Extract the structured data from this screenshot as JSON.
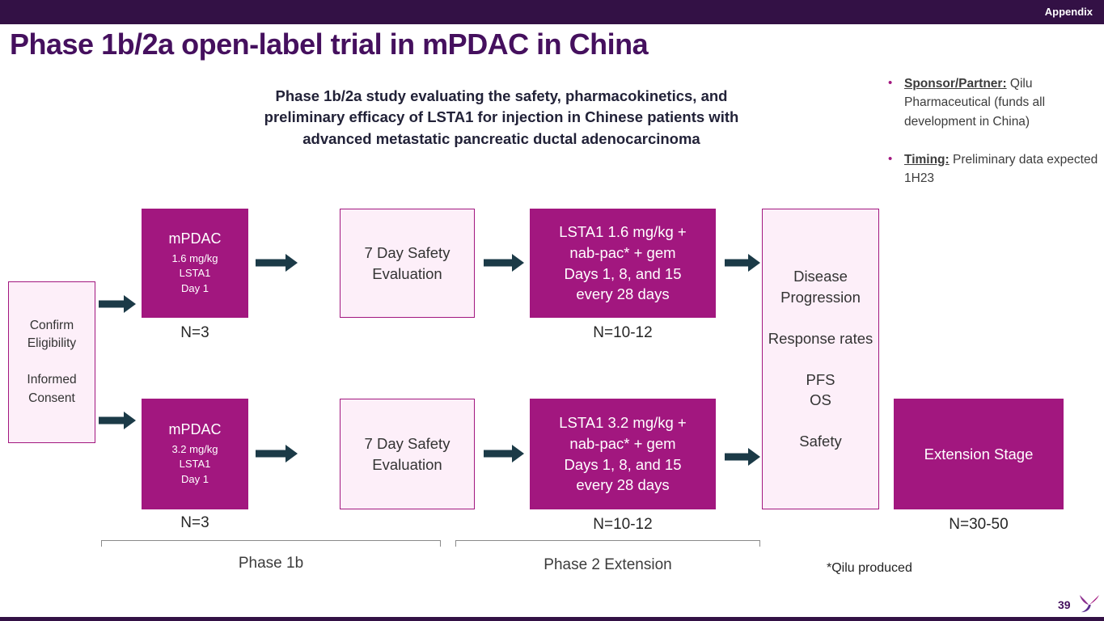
{
  "slide": {
    "header_tab": "Appendix",
    "title": "Phase 1b/2a open-label trial in mPDAC in China",
    "subtitle": "Phase 1b/2a study evaluating the safety, pharmacokinetics, and\npreliminary efficacy of LSTA1 for injection in Chinese patients with\nadvanced metastatic pancreatic ductal adenocarcinoma",
    "page_number": "39"
  },
  "bullets": [
    {
      "label": "Sponsor/Partner:",
      "text": "Qilu Pharmaceutical (funds all development in China)"
    },
    {
      "label": "Timing:",
      "text": "Preliminary data expected 1H23"
    }
  ],
  "diagram": {
    "confirm_box": "Confirm Eligibility\n\nInformed Consent",
    "row_top": {
      "dose_title": "mPDAC",
      "dose_details": "1.6 mg/kg\nLSTA1\nDay 1",
      "dose_n": "N=3",
      "safety": "7 Day Safety Evaluation",
      "treatment": "LSTA1 1.6 mg/kg +\nnab-pac* + gem\nDays 1, 8, and 15\nevery 28 days",
      "treatment_n": "N=10-12"
    },
    "row_bottom": {
      "dose_title": "mPDAC",
      "dose_details": "3.2 mg/kg\nLSTA1\nDay 1",
      "dose_n": "N=3",
      "safety": "7 Day Safety Evaluation",
      "treatment": "LSTA1 3.2 mg/kg +\nnab-pac* + gem\nDays 1, 8, and 15\nevery 28 days",
      "treatment_n": "N=10-12"
    },
    "outcomes": "Disease Progression\n\nResponse rates\n\nPFS\nOS\n\nSafety",
    "extension": {
      "label": "Extension Stage",
      "n": "N=30-50"
    }
  },
  "phase_labels": {
    "phase1b": "Phase 1b",
    "phase2": "Phase 2 Extension"
  },
  "footnote": "*Qilu produced",
  "colors": {
    "magenta": "#A2177F",
    "pale_pink": "#FDEFF9",
    "dark_purple": "#45105E",
    "header_bar": "#331145",
    "arrow": "#1B3A47"
  }
}
